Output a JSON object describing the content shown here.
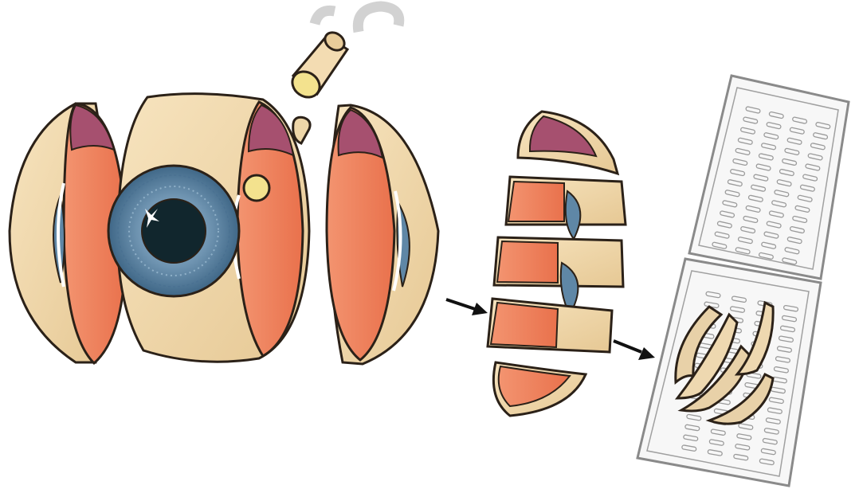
{
  "diagram": {
    "steps": [
      {
        "id": "step-1",
        "label": ""
      },
      {
        "id": "step-2",
        "label": ""
      },
      {
        "id": "step-3",
        "label": ""
      }
    ],
    "colors": {
      "outline": "#2b2118",
      "sclera_tan": "#f3dcb2",
      "sclera_shadow": "#e4c08c",
      "retina_orange": "#f08a63",
      "retina_dark": "#e06a47",
      "choroid_purple": "#a6506f",
      "iris_blue": "#5f87a6",
      "iris_light": "#8fb0c8",
      "pupil": "#11262d",
      "cassette_line": "#8a8a8a",
      "cassette_fill": "#f7f7f7",
      "optic_yellow": "#f3e28e",
      "watermark": "#c8c8c8",
      "arrow": "#111111"
    }
  }
}
